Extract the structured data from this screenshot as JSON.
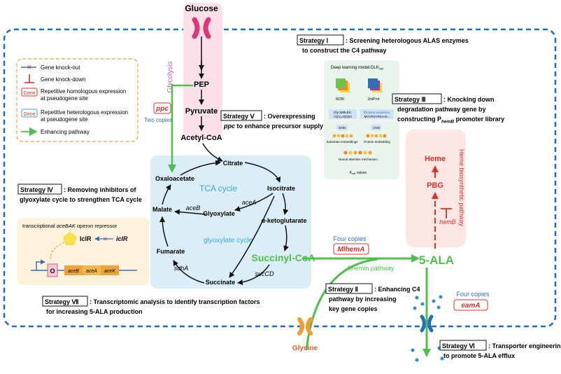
{
  "nodes": {
    "glucose": "Glucose",
    "pep": "PEP",
    "pyruvate": "Pyruvate",
    "acetyl_coa": "Acetyl-CoA",
    "citrate": "Citrate",
    "oxaloacetate": "Oxaloacetate",
    "isocitrate": "Isocitrate",
    "malate": "Malate",
    "glyoxylate": "Glyoxylate",
    "fumarate": "Fumarate",
    "succinate": "Succinate",
    "alpha_kg": "α-ketoglutarate",
    "succinyl_coa": "Succinyl-CoA",
    "ala": "5-ALA",
    "glycine": "Glycine",
    "heme": "Heme",
    "pbg": "PBG"
  },
  "labels": {
    "glycolysis": "Glycolysis",
    "tca_cycle": "TCA cycle",
    "glyoxylate_cycle": "glyoxylate cycle",
    "heme_pathway": "Heme biosynthetic pathway",
    "shemin": "Shemin pathway",
    "two_copies": "Two copies",
    "four_copies_a": "Four copies",
    "four_copies_b": "Four copies"
  },
  "genes": {
    "ppc": "ppc",
    "aceA": "aceA",
    "aceB": "aceB",
    "sdhA": "sdhA",
    "sucCD": "sucCD",
    "hemB": "hemB",
    "mlhemA": "MlhemA",
    "eamA": "eamA",
    "iclR_gene": "iclR",
    "iclR_protein": "IclR",
    "operator": "O",
    "op_aceB": "aceB",
    "op_aceA": "aceA",
    "op_aceK": "aceK"
  },
  "legend": {
    "knockout": "Gene knock-out",
    "knockdown": "Gene knock-down",
    "homologous": [
      "Repetitive homologous expression",
      "at pseudogene site"
    ],
    "heterologous": [
      "Repetitive heterologous expression",
      "at pseudogene site"
    ],
    "enhancing": "Enhancing pathway",
    "gene_word": "Gene"
  },
  "strategies": {
    "s1": {
      "tag": "Strategy Ⅰ",
      "lines": [
        ": Screening heterologous ALAS enzymes",
        "to construct the C4 pathway"
      ]
    },
    "s2": {
      "tag": "Strategy Ⅱ",
      "lines": [
        ": Enhancing C4",
        "pathway by increasing",
        "key gene copies"
      ]
    },
    "s3": {
      "tag": "Strategy Ⅲ",
      "lines": [
        ": Knocking down",
        "degradation pathway gene by",
        "constructing P"
      ],
      "sub": "hemB",
      "tail": " promoter library"
    },
    "s4": {
      "tag": "Strategy Ⅳ",
      "lines": [
        ": Removing inhibitors of",
        "glyoxylate cycle to strengthen TCA cycle"
      ]
    },
    "s5": {
      "tag": "Strategy Ⅴ",
      "lines": [
        ": Overexpressing",
        " to enhance precursor supply"
      ]
    },
    "s6": {
      "tag": "Strategy Ⅵ",
      "lines": [
        ": Transporter engineering",
        "to promote 5-ALA efflux"
      ]
    },
    "s7": {
      "tag": "Strategy Ⅶ",
      "lines": [
        ": Transcriptomic analysis to identify transcription factors",
        "for increasing 5-ALA production"
      ]
    }
  },
  "iclr_box": {
    "prefix": "transcriptional ",
    "gene": "aceBAK",
    "suffix": " operon repressor"
  },
  "dl_panel": {
    "title": "Deep learning model:DLK",
    "title_sub": "cat",
    "ncbi": "NCBI",
    "uniprot": "UniProt",
    "smiles": [
      "Gly SMILES:",
      "C(C(=O)O)N"
    ],
    "enzyme": [
      "Enzyme sequence:",
      "MVVRSYFEAAV..."
    ],
    "gnn": "GNN",
    "cnn": "CNN",
    "sub_emb": "Substrate embeddings",
    "prot_emb": "Protein embedding",
    "attn": "Neural attentive mechanism",
    "kcat": "K",
    "kcat_sub": "cat",
    "kcat_tail": " values"
  },
  "colors": {
    "frame": "#1f6fb8",
    "green": "#4fbf4a",
    "red": "#e0312b",
    "blue_text": "#2f6fb6",
    "cyan": "#3aa6e0",
    "pink_bg": "#fbe0e8",
    "tca_bg": "#dbeef8",
    "heme_bg": "#fde7e3",
    "legend_border": "#f0a33a"
  }
}
